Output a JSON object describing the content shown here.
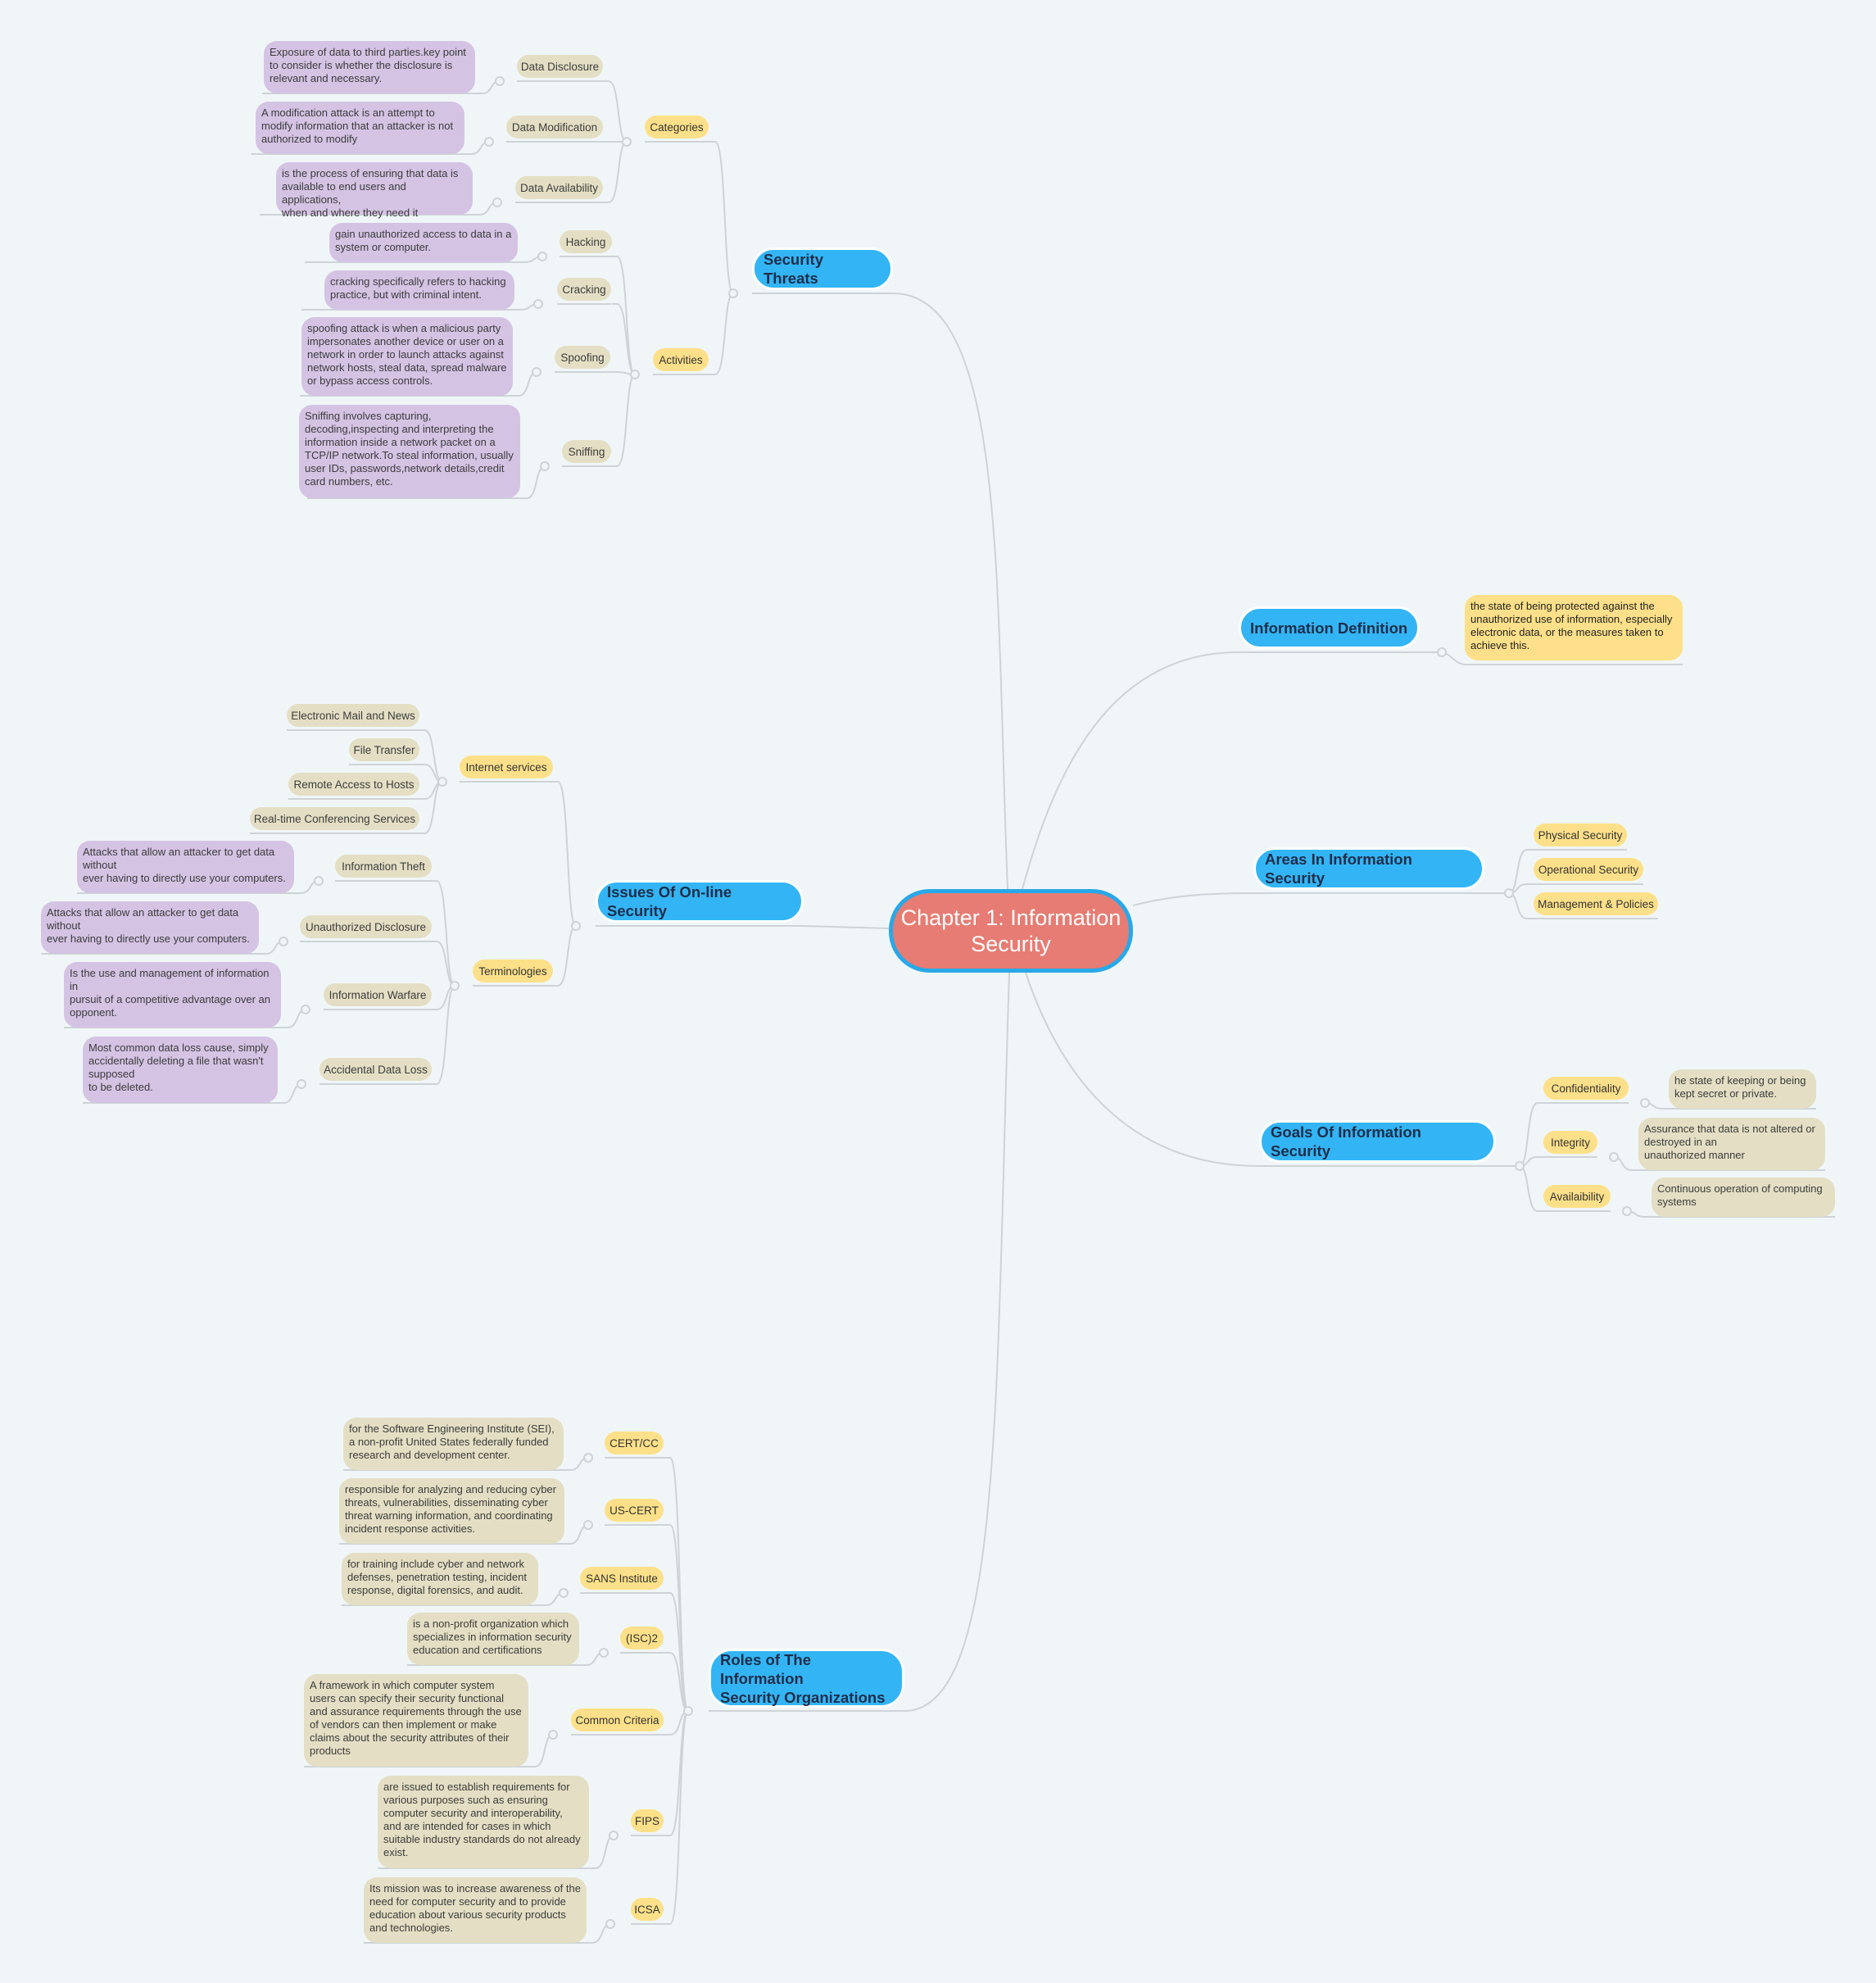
{
  "central": "Chapter 1: Information Security",
  "security_threats": {
    "title": "Security Threats",
    "categories": {
      "label": "Categories",
      "items": [
        {
          "label": "Data Disclosure",
          "note": "Exposure of data to third parties.key point\nto consider is whether the disclosure is\nrelevant and necessary."
        },
        {
          "label": "Data Modification",
          "note": "A modification attack is an attempt to\nmodify information that an attacker is not\nauthorized to modify"
        },
        {
          "label": "Data Availability",
          "note": "is the process of ensuring that data is\navailable to end users and applications,\nwhen and where they need it"
        }
      ]
    },
    "activities": {
      "label": "Activities",
      "items": [
        {
          "label": "Hacking",
          "note": "gain unauthorized access to data in a\nsystem or computer."
        },
        {
          "label": "Cracking",
          "note": "cracking specifically refers to hacking\npractice, but with criminal intent."
        },
        {
          "label": "Spoofing",
          "note": "spoofing attack is when a malicious party\nimpersonates another device or user on a\nnetwork in order to launch attacks against\nnetwork hosts, steal data, spread malware\nor bypass access controls."
        },
        {
          "label": "Sniffing",
          "note": "Sniffing involves capturing,\ndecoding,inspecting and interpreting the\ninformation inside a network packet on a\nTCP/IP network.To steal information, usually\nuser IDs, passwords,network details,credit\ncard numbers, etc."
        }
      ]
    }
  },
  "information_definition": {
    "title": "Information Definition",
    "note": "the state of being protected against the\nunauthorized use of information, especially\nelectronic data, or the measures taken to\nachieve this."
  },
  "areas": {
    "title": "Areas In Information Security",
    "items": [
      "Physical Security",
      "Operational Security",
      "Management & Policies"
    ]
  },
  "goals": {
    "title": "Goals Of Information Security",
    "items": [
      {
        "label": "Confidentiality",
        "note": "he state of keeping or being\nkept secret or private."
      },
      {
        "label": "Integrity",
        "note": "Assurance that data is not altered or\ndestroyed in an\nunauthorized manner"
      },
      {
        "label": "Availaibility",
        "note": "Continuous operation of computing\nsystems"
      }
    ]
  },
  "online_issues": {
    "title": "Issues Of On-line Security",
    "internet_services": {
      "label": "Internet services",
      "items": [
        "Electronic Mail and News",
        "File Transfer",
        "Remote Access to Hosts",
        "Real-time Conferencing Services"
      ]
    },
    "terminologies": {
      "label": "Terminologies",
      "items": [
        {
          "label": "Information Theft",
          "note": "Attacks that allow an attacker to get data\nwithout\never having to directly use your computers."
        },
        {
          "label": "Unauthorized  Disclosure",
          "note": "Attacks that allow an attacker to get data\nwithout\never having to directly use your computers."
        },
        {
          "label": "Information Warfare",
          "note": "Is the use and management of information\nin\npursuit of a competitive advantage over an\nopponent."
        },
        {
          "label": "Accidental Data Loss",
          "note": "Most common data loss cause, simply\naccidentally deleting a file that wasn't\nsupposed\nto be deleted."
        }
      ]
    }
  },
  "roles": {
    "title": "Roles of The Information\nSecurity Organizations",
    "items": [
      {
        "label": "CERT/CC",
        "note": "for the Software Engineering Institute (SEI),\na non-profit United States federally funded\nresearch and development center."
      },
      {
        "label": "US-CERT",
        "note": "responsible for analyzing and reducing cyber\nthreats, vulnerabilities, disseminating cyber\nthreat warning information, and coordinating\nincident response activities."
      },
      {
        "label": "SANS Institute",
        "note": "for training include cyber and network\ndefenses, penetration testing, incident\nresponse, digital forensics, and audit."
      },
      {
        "label": "(ISC)2",
        "note": "is a non-profit organization which\nspecializes in information security\neducation and certifications"
      },
      {
        "label": "Common Criteria",
        "note": "A framework in which computer system\nusers can specify their security functional\nand assurance requirements through the use\nof vendors can then implement or make\nclaims about the security attributes of their\nproducts"
      },
      {
        "label": "FIPS",
        "note": "are issued to establish requirements for\nvarious purposes such as ensuring\ncomputer security and interoperability,\nand are intended for cases in which\nsuitable industry standards do not already\nexist."
      },
      {
        "label": "ICSA",
        "note": "Its mission was to increase awareness of the\nneed for computer security and to provide\neducation about various security products\nand technologies."
      }
    ]
  }
}
